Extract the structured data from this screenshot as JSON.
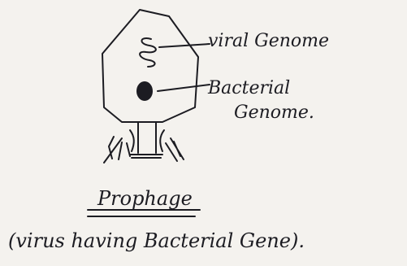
{
  "diagram": {
    "labels": {
      "viral_genome": "viral Genome",
      "bacterial_genome_line1": "Bacterial",
      "bacterial_genome_line2": "Genome."
    },
    "title": "Prophage",
    "caption": "(virus having Bacterial Gene)."
  },
  "colors": {
    "ink": "#1c1c22",
    "paper": "#f4f2ee"
  }
}
